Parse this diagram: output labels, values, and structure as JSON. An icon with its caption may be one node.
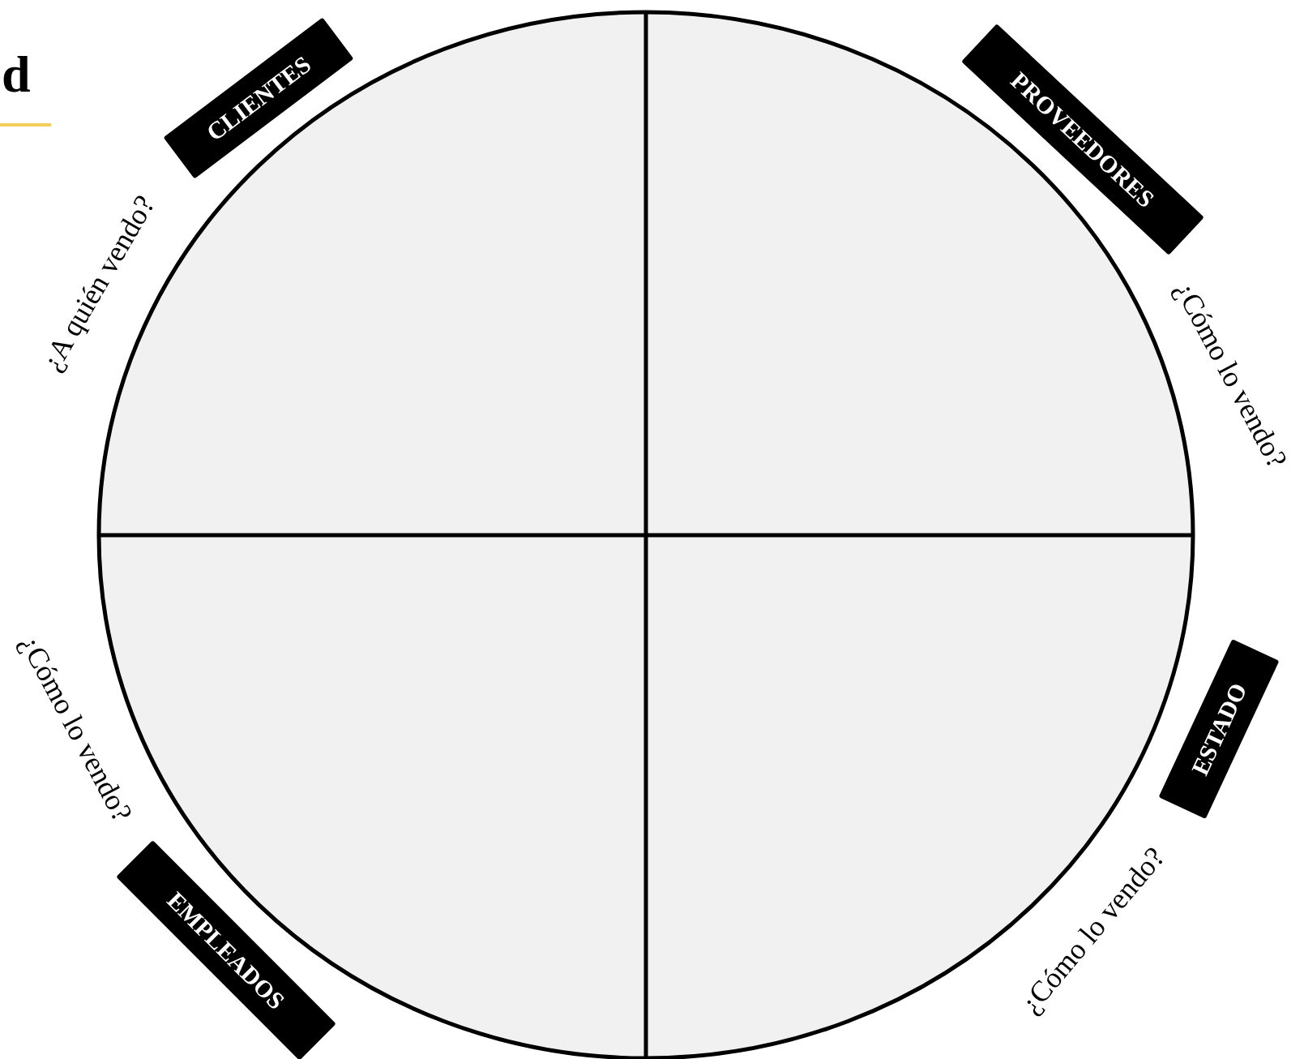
{
  "diagram": {
    "title": "d",
    "nodes": [
      {
        "text": [],
        "shape": "circle"
      },
      {
        "text": [
          "CLIENTES"
        ]
      },
      {
        "text": [
          "PROVEEDORES"
        ]
      },
      {
        "text": [
          "EMPLEADOS"
        ]
      },
      {
        "text": [
          "ESTADO"
        ]
      }
    ],
    "labels": [
      "¿A quién vendo?",
      "¿Cómo lo vendo?",
      "¿Cómo lo vendo?",
      "¿Cómo lo vendo?"
    ]
  }
}
